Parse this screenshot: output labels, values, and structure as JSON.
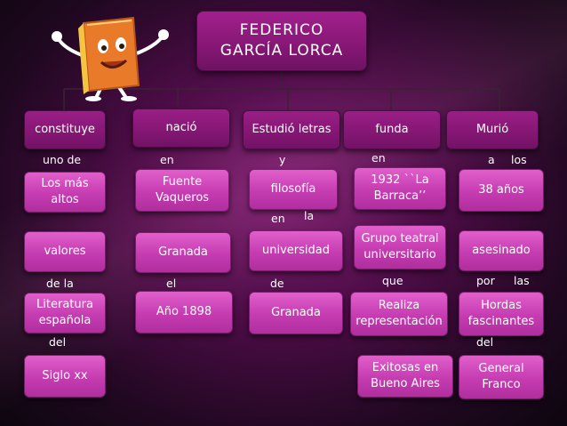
{
  "title": {
    "line1": "FEDERICO",
    "line2": "GARCÍA LORCA"
  },
  "columns": [
    {
      "header": "constituye",
      "connectors": [
        "uno de",
        "de  la",
        "del"
      ],
      "boxes": [
        "Los más altos",
        "valores",
        "Literatura\nespañola",
        "Siglo xx"
      ]
    },
    {
      "header": "nació",
      "connectors": [
        "en",
        "el"
      ],
      "boxes": [
        "Fuente\nVaqueros",
        "Granada",
        "Año 1898"
      ]
    },
    {
      "header": "Estudió letras",
      "connectors": [
        "y",
        "en",
        "la",
        "de"
      ],
      "boxes": [
        "filosofía",
        "universidad",
        "Granada"
      ]
    },
    {
      "header": "funda",
      "connectors": [
        "en",
        "que"
      ],
      "boxes": [
        "1932 ``La\nBarraca’’",
        "Grupo teatral\nuniversitario",
        "Realiza\nrepresentación",
        "Exitosas en\nBueno Aires"
      ]
    },
    {
      "header": "Murió",
      "connectors": [
        "a",
        "los",
        "por",
        "las",
        "del"
      ],
      "boxes": [
        "38 años",
        "asesinado",
        "Hordas\nfascinantes",
        "General\nFranco"
      ]
    }
  ],
  "colors": {
    "box": "#c53cb1",
    "dark_box": "#861775",
    "background": "#4b0c45",
    "line": "#2a1a2a"
  },
  "icon": "book-mascot-icon"
}
